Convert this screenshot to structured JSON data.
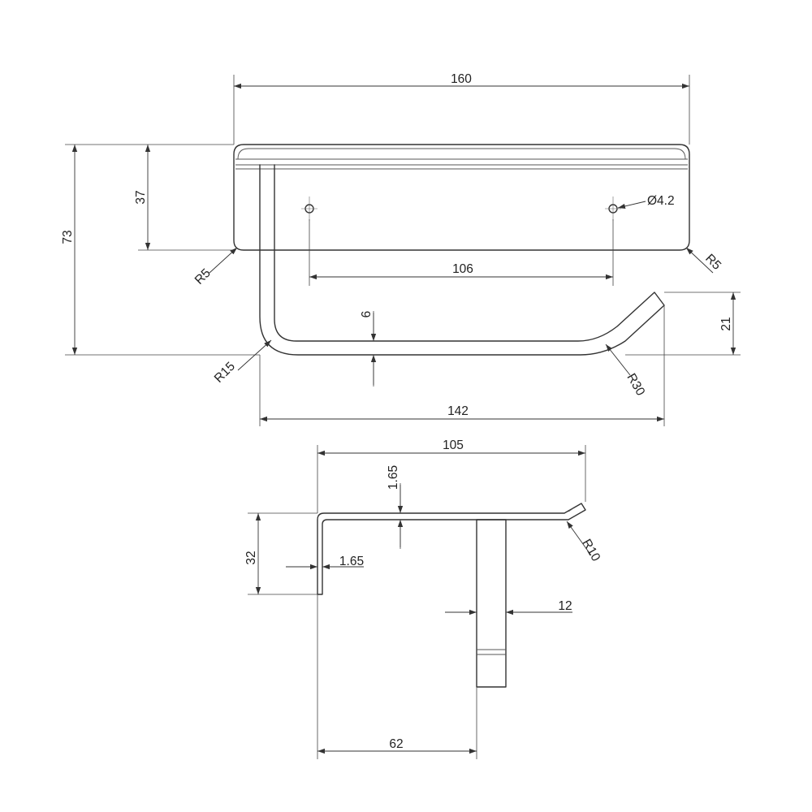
{
  "drawing": {
    "front_view": {
      "overall_width": "160",
      "overall_height": "73",
      "plate_height": "37",
      "hole_diameter": "Ø4.2",
      "hole_spacing": "106",
      "plate_corner_left": "R5",
      "plate_corner_right": "R5",
      "bar_thickness": "6",
      "tip_rise": "21",
      "inner_bend_radius": "R15",
      "tip_bend_radius": "R30",
      "arm_length": "142"
    },
    "side_view": {
      "depth": "105",
      "sheet_thickness_top": "1.65",
      "flange_height": "32",
      "sheet_thickness_side": "1.65",
      "tip_radius": "R10",
      "post_width": "12",
      "post_offset": "62"
    }
  },
  "colors": {
    "line": "#333333",
    "background": "#ffffff"
  }
}
